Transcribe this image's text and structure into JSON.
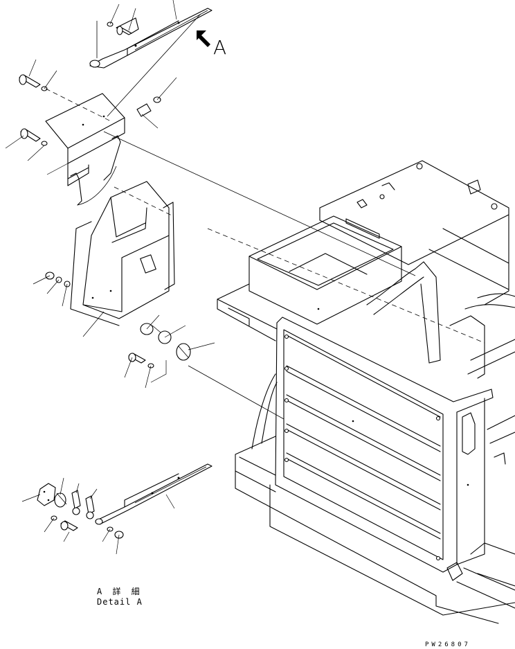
{
  "labels": {
    "view_marker": "A",
    "detail_title_jp": "A 詳 細",
    "detail_title_en": "Detail A",
    "drawing_number": "PW26807"
  },
  "icons": {
    "view_arrow": "view-direction-arrow-icon"
  }
}
